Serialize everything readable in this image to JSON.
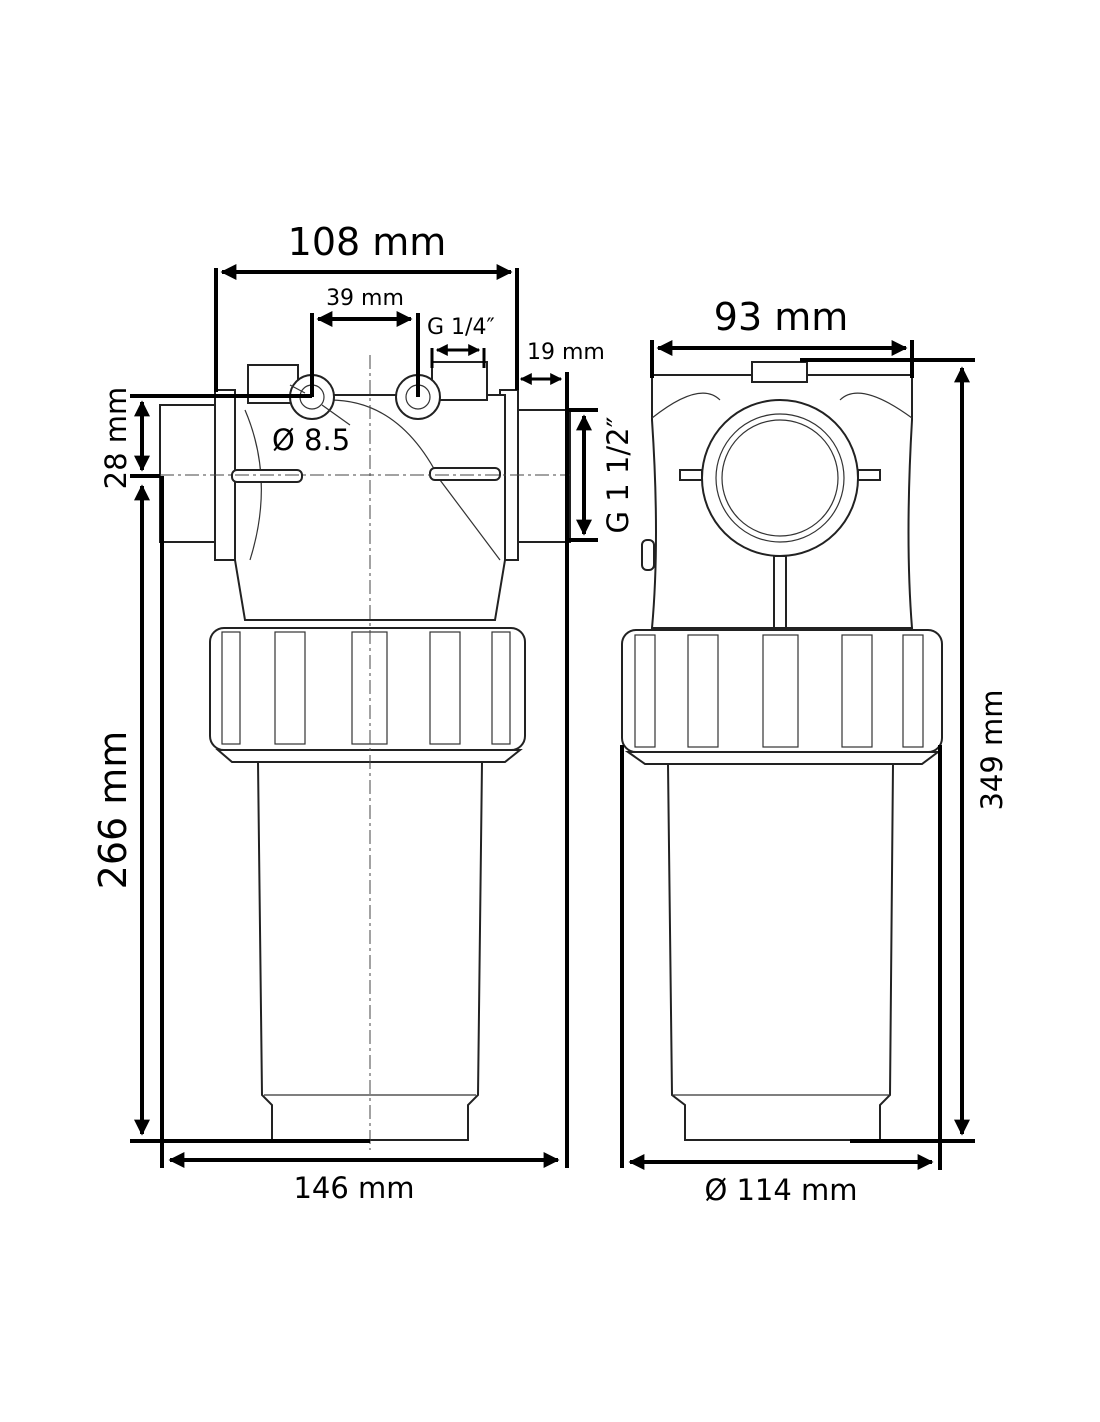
{
  "front_view": {
    "width_top": "108 mm",
    "port_spacing": "39 mm",
    "gauge_port": "G 1/4″",
    "stub_length": "19 mm",
    "inlet_offset": "28 mm",
    "hole_diameter": "Ø 8.5",
    "thread": "G 1 1/2″",
    "height_lower": "266 mm",
    "overall_width": "146 mm"
  },
  "side_view": {
    "body_width": "93 mm",
    "overall_height": "349 mm",
    "bowl_diameter": "Ø 114 mm"
  }
}
